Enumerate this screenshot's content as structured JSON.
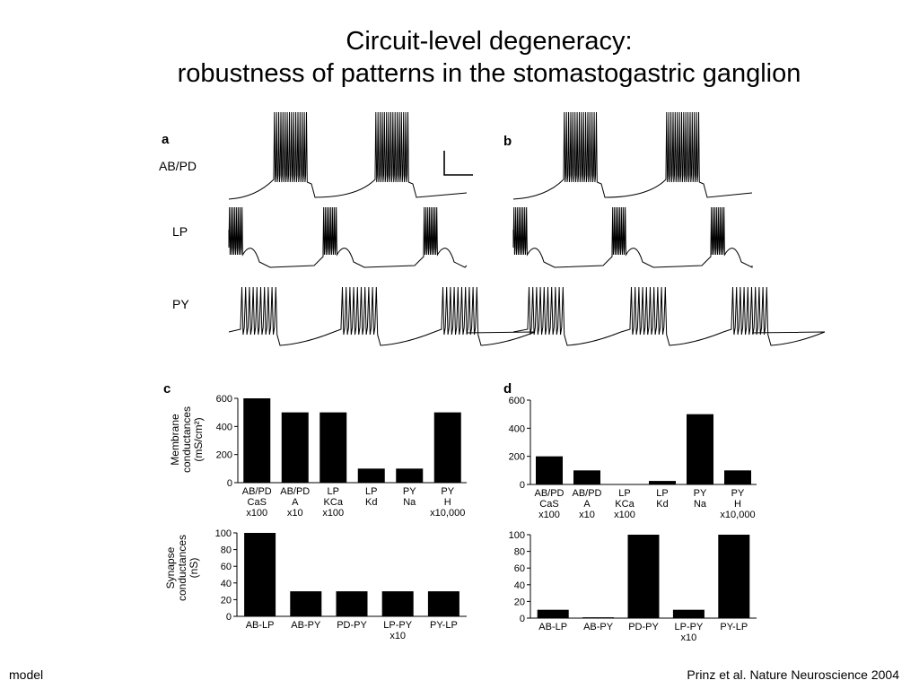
{
  "slide": {
    "title_line1": "Circuit-level degeneracy:",
    "title_line2": "robustness of patterns in the stomastogastric ganglion",
    "footer_left": "model",
    "footer_right": "Prinz et al. Nature Neuroscience 2004"
  },
  "traces": {
    "panel_labels": [
      "a",
      "b"
    ],
    "neurons": [
      "AB/PD",
      "LP",
      "PY"
    ]
  },
  "chart_data": [
    {
      "panel": "c",
      "type": "bar",
      "ylabel_lines": [
        "Membrane",
        "conductances",
        "(mS/cm²)"
      ],
      "categories": [
        [
          "AB/PD",
          "CaS",
          "x100"
        ],
        [
          "AB/PD",
          "A",
          "x10"
        ],
        [
          "LP",
          "KCa",
          "x100"
        ],
        [
          "LP",
          "Kd",
          ""
        ],
        [
          "PY",
          "Na",
          ""
        ],
        [
          "PY",
          "H",
          "x10,000"
        ]
      ],
      "values": [
        600,
        500,
        500,
        100,
        100,
        500
      ],
      "ylim": [
        0,
        600
      ],
      "yticks": [
        0,
        200,
        400,
        600
      ]
    },
    {
      "panel": "d",
      "type": "bar",
      "ylabel_lines": [],
      "categories": [
        [
          "AB/PD",
          "CaS",
          "x100"
        ],
        [
          "AB/PD",
          "A",
          "x10"
        ],
        [
          "LP",
          "KCa",
          "x100"
        ],
        [
          "LP",
          "Kd",
          ""
        ],
        [
          "PY",
          "Na",
          ""
        ],
        [
          "PY",
          "H",
          "x10,000"
        ]
      ],
      "values": [
        200,
        100,
        0,
        25,
        500,
        100
      ],
      "ylim": [
        0,
        600
      ],
      "yticks": [
        0,
        200,
        400,
        600
      ]
    },
    {
      "panel": "",
      "type": "bar",
      "ylabel_lines": [
        "Synapse",
        "conductances",
        "(nS)"
      ],
      "categories": [
        [
          "AB-LP",
          ""
        ],
        [
          "AB-PY",
          ""
        ],
        [
          "PD-PY",
          ""
        ],
        [
          "LP-PY",
          "x10"
        ],
        [
          "PY-LP",
          ""
        ]
      ],
      "values": [
        100,
        30,
        30,
        30,
        30
      ],
      "ylim": [
        0,
        100
      ],
      "yticks": [
        0,
        20,
        40,
        60,
        80,
        100
      ]
    },
    {
      "panel": "",
      "type": "bar",
      "ylabel_lines": [],
      "categories": [
        [
          "AB-LP",
          ""
        ],
        [
          "AB-PY",
          ""
        ],
        [
          "PD-PY",
          ""
        ],
        [
          "LP-PY",
          "x10"
        ],
        [
          "PY-LP",
          ""
        ]
      ],
      "values": [
        10,
        1,
        100,
        10,
        100
      ],
      "ylim": [
        0,
        100
      ],
      "yticks": [
        0,
        20,
        40,
        60,
        80,
        100
      ]
    }
  ]
}
